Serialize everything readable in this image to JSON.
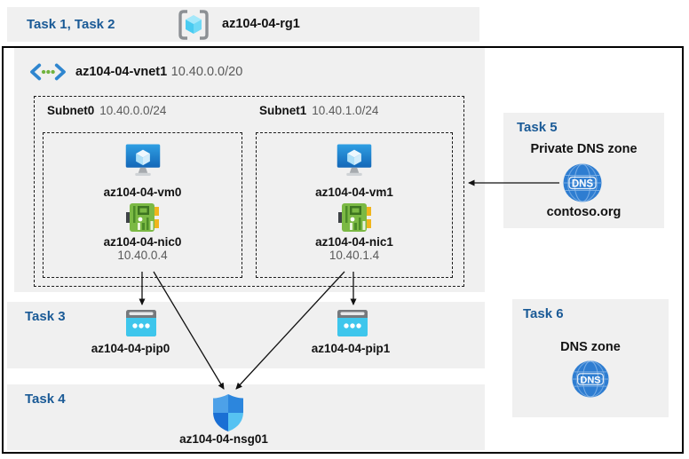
{
  "colors": {
    "accent_blue": "#1a5a96",
    "band_gray": "#f0f0f0",
    "border_black": "#000000",
    "pip_cyan": "#3ec6ec",
    "nic_green": "#7bb944",
    "dns_blue": "#2e7dd1"
  },
  "header_band": {
    "task_label": "Task 1, Task 2",
    "rg_name": "az104-04-rg1"
  },
  "vnet": {
    "name": "az104-04-vnet1",
    "cidr": "10.40.0.0/20"
  },
  "subnets": [
    {
      "name": "Subnet0",
      "cidr": "10.40.0.0/24",
      "vm": "az104-04-vm0",
      "nic": "az104-04-nic0",
      "ip": "10.40.0.4"
    },
    {
      "name": "Subnet1",
      "cidr": "10.40.1.0/24",
      "vm": "az104-04-vm1",
      "nic": "az104-04-nic1",
      "ip": "10.40.1.4"
    }
  ],
  "task3": {
    "label": "Task 3",
    "pip0": "az104-04-pip0",
    "pip1": "az104-04-pip1"
  },
  "task4": {
    "label": "Task 4",
    "nsg": "az104-04-nsg01"
  },
  "task5": {
    "label": "Task 5",
    "title": "Private DNS zone",
    "zone": "contoso.org",
    "dns_icon_text": "DNS"
  },
  "task6": {
    "label": "Task 6",
    "title": "DNS zone",
    "dns_icon_text": "DNS"
  }
}
